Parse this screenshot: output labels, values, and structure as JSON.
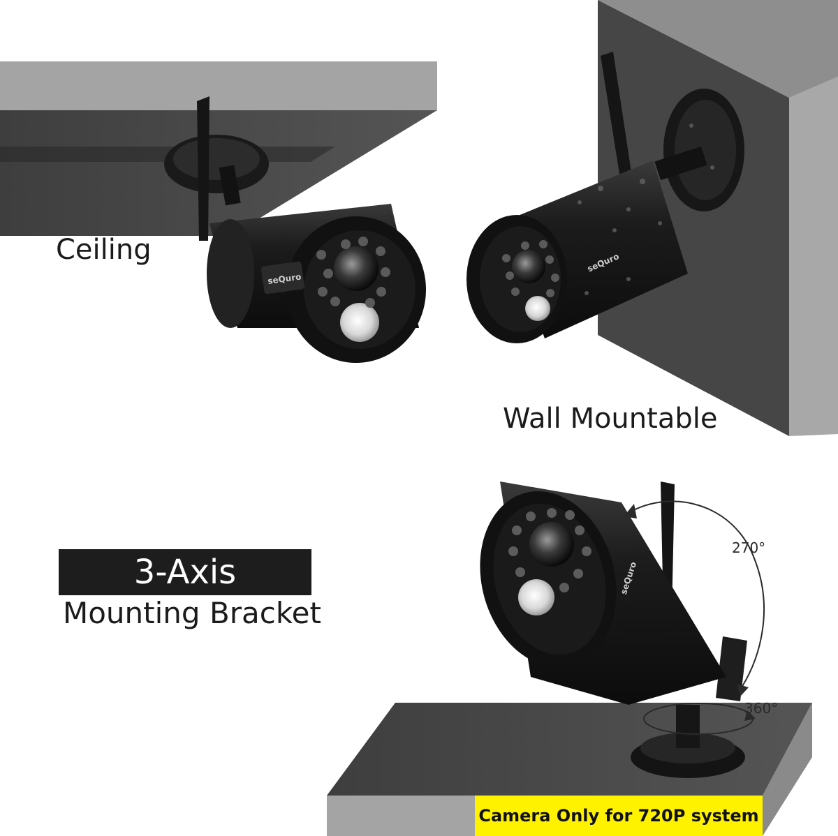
{
  "labels": {
    "ceiling": "Ceiling",
    "wall": "Wall Mountable",
    "axis_title": "3-Axis",
    "axis_subtitle": "Mounting Bracket",
    "rotation_vertical": "270°",
    "rotation_horizontal": "360°",
    "footnote": "Camera Only for 720P system"
  },
  "brand": "seQuro",
  "colors": {
    "surface_dark": "#4a4a4a",
    "surface_light": "#a6a6a6",
    "camera_body": "#1a1a1a",
    "label_box": "#1d1d1d",
    "highlight": "#fff200"
  }
}
